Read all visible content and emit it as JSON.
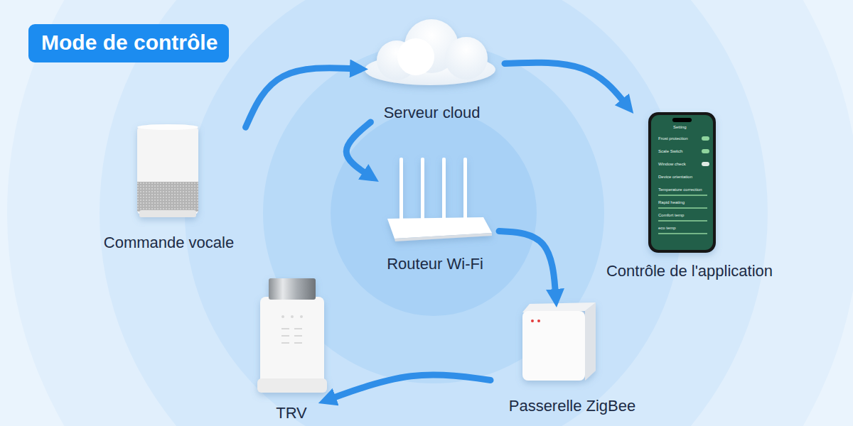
{
  "diagram": {
    "title": "Mode de contrôle",
    "nodes": [
      {
        "text": [
          "Serveur cloud"
        ]
      },
      {
        "text": [
          "Commande vocale"
        ]
      },
      {
        "text": [
          "Routeur Wi-Fi"
        ]
      },
      {
        "text": [
          "Contrôle de l'application"
        ]
      },
      {
        "text": [
          "TRV"
        ]
      },
      {
        "text": [
          "Passerelle ZigBee"
        ]
      }
    ],
    "edges": [
      {
        "from": 1,
        "to": 0,
        "arrow": "to"
      },
      {
        "from": 0,
        "to": 3,
        "arrow": "to"
      },
      {
        "from": 0,
        "to": 2,
        "arrow": "to"
      },
      {
        "from": 2,
        "to": 5,
        "arrow": "to"
      },
      {
        "from": 5,
        "to": 4,
        "arrow": "to"
      }
    ],
    "labels": [
      "Setting",
      "Frost protection",
      "Scale Switch",
      "Window check",
      "Device orientation",
      "Temperature correction",
      "Rapid heating",
      "Comfort temp",
      "eco temp"
    ]
  }
}
